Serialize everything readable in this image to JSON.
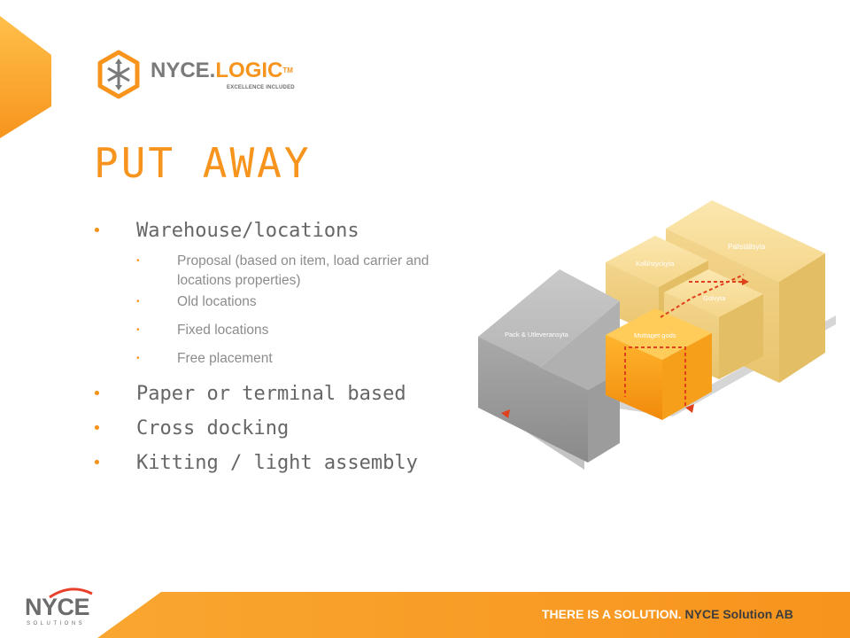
{
  "logo": {
    "brand_part1": "NYCE.",
    "brand_part2": "LOGIC",
    "trademark": "TM",
    "tagline": "EXCELLENCE INCLUDED"
  },
  "title": "PUT AWAY",
  "bullets": [
    {
      "text": "Warehouse/locations",
      "children": [
        "Proposal (based on item, load carrier and locations properties)",
        "Old locations",
        "Fixed locations",
        "Free placement"
      ]
    },
    {
      "text": "Paper or terminal based"
    },
    {
      "text": "Cross docking"
    },
    {
      "text": "Kitting / light assembly"
    }
  ],
  "illustration": {
    "zones": {
      "pall": "Pallställsyta",
      "kolli": "Kolli/styckyta",
      "golv": "Golvyta",
      "pack": "Pack & Utleveransyta",
      "mottaget": "Mottaget gods"
    }
  },
  "footer": {
    "logo_text": "NYCE",
    "logo_sub": "SOLUTIONS",
    "tagline_part1": "THERE IS A SOLUTION. ",
    "tagline_part2": "NYCE Solution AB"
  },
  "colors": {
    "accent": "#f7941d",
    "text_gray": "#666666",
    "sub_text_gray": "#8c8c8c"
  }
}
